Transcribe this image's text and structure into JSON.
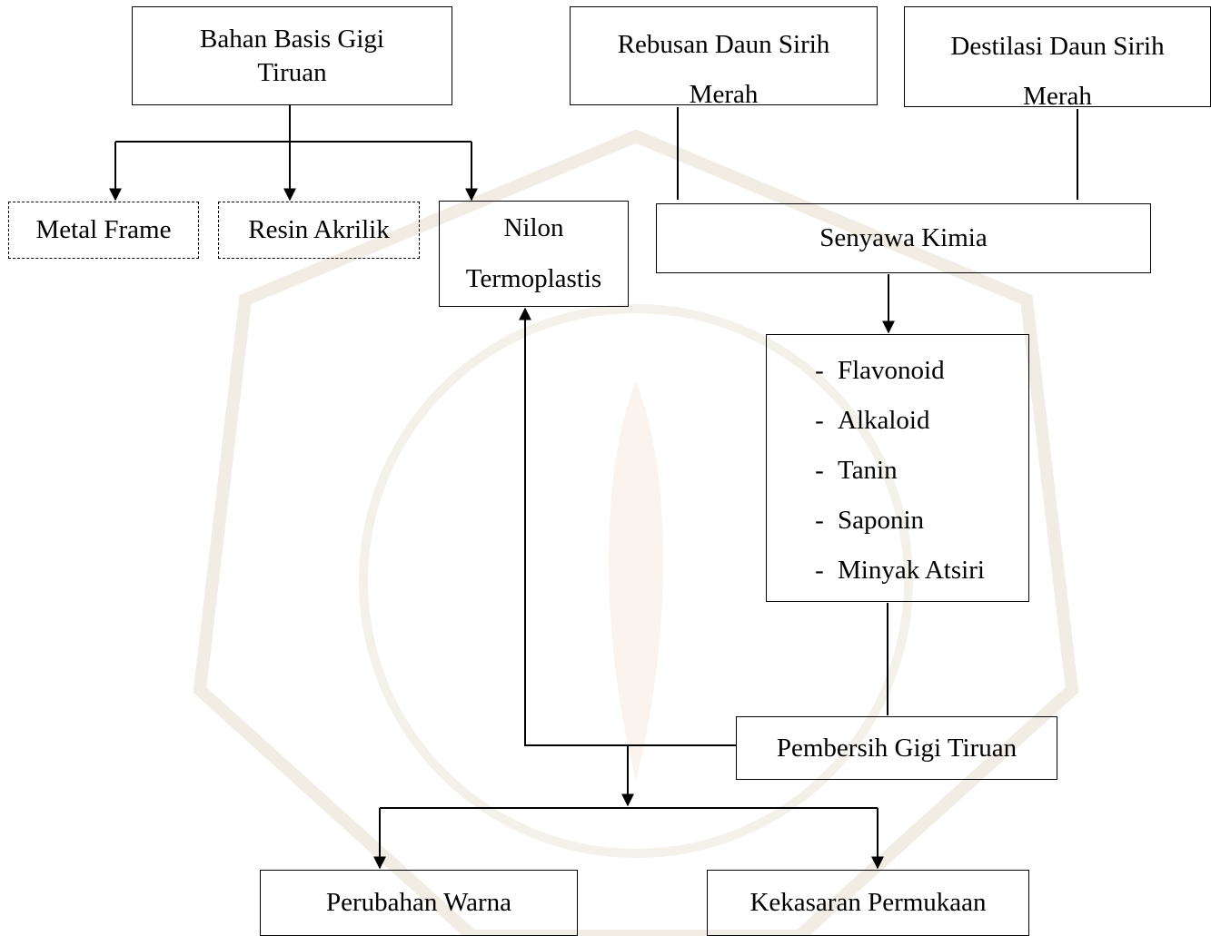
{
  "diagram": {
    "bahan_basis": {
      "line1": "Bahan Basis Gigi",
      "line2": "Tiruan"
    },
    "rebusan": {
      "line1": "Rebusan Daun Sirih",
      "line2": "Merah"
    },
    "destilasi": {
      "line1": "Destilasi Daun Sirih",
      "line2": "Merah"
    },
    "metal_frame": "Metal Frame",
    "resin_akrilik": "Resin Akrilik",
    "nilon": {
      "line1": "Nilon",
      "line2": "Termoplastis"
    },
    "senyawa_kimia": "Senyawa Kimia",
    "compounds": [
      {
        "dash": "-",
        "label": "Flavonoid"
      },
      {
        "dash": "-",
        "label": "Alkaloid"
      },
      {
        "dash": "-",
        "label": "Tanin"
      },
      {
        "dash": "-",
        "label": "Saponin"
      },
      {
        "dash": "-",
        "label": "Minyak Atsiri"
      }
    ],
    "pembersih": "Pembersih Gigi Tiruan",
    "perubahan_warna": "Perubahan Warna",
    "kekasaran": "Kekasaran Permukaan"
  }
}
